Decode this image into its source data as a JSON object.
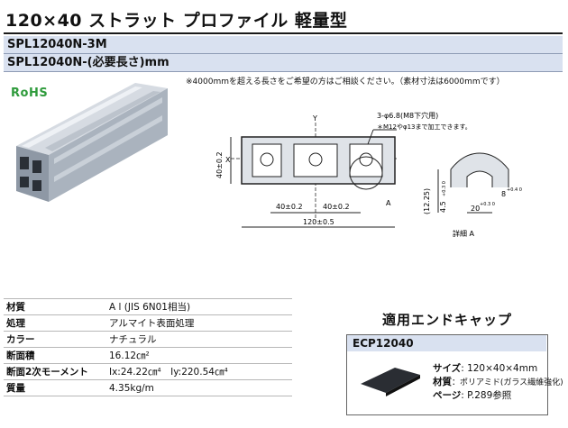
{
  "header": {
    "title": "120×40 ストラット プロファイル 軽量型",
    "part_number": "SPL12040N-3M",
    "part_number_custom": "SPL12040N-(必要長さ)mm"
  },
  "note": "※4000mmを超える長さをご希望の方はご相談ください。（素材寸法は6000mmです）",
  "badge": {
    "label": "RoHS",
    "color": "#2f9b3c"
  },
  "drawing": {
    "y_axis": "Y",
    "x_axis": "X",
    "hole_note": "3-φ6.8(M8下穴用)",
    "tap_note": "＊M12やφ13まで加工できます。",
    "height_dim": "40±0.2",
    "pitch_dim_1": "40±0.2",
    "pitch_dim_2": "40±0.2",
    "width_dim": "120±0.5",
    "detail_ref": "A",
    "detail": {
      "label": "詳細 A",
      "dim_1": "(12.25)",
      "dim_2": "4.5",
      "dim_2_tol": "+0.3 0",
      "dim_3": "20",
      "dim_3_tol": "+0.3 0",
      "dim_4": "8",
      "dim_4_tol": "+0.4 0"
    }
  },
  "specs": [
    {
      "key": "材質",
      "value": "A l (JIS 6N01相当)"
    },
    {
      "key": "処理",
      "value": "アルマイト表面処理"
    },
    {
      "key": "カラー",
      "value": "ナチュラル"
    },
    {
      "key": "断面積",
      "value": "16.12㎝²"
    },
    {
      "key": "断面2次モーメント",
      "value": "Ix:24.22㎝⁴　Iy:220.54㎝⁴"
    },
    {
      "key": "質量",
      "value": "4.35kg/m"
    }
  ],
  "accessory": {
    "title": "適用エンドキャップ",
    "model": "ECP12040",
    "size_key": "サイズ",
    "size_value": ": 120×40×4mm",
    "material_key": "材質",
    "material_value": "：ポリアミド(ガラス繊維強化)",
    "page_key": "ページ",
    "page_value": ": P.289参照"
  }
}
